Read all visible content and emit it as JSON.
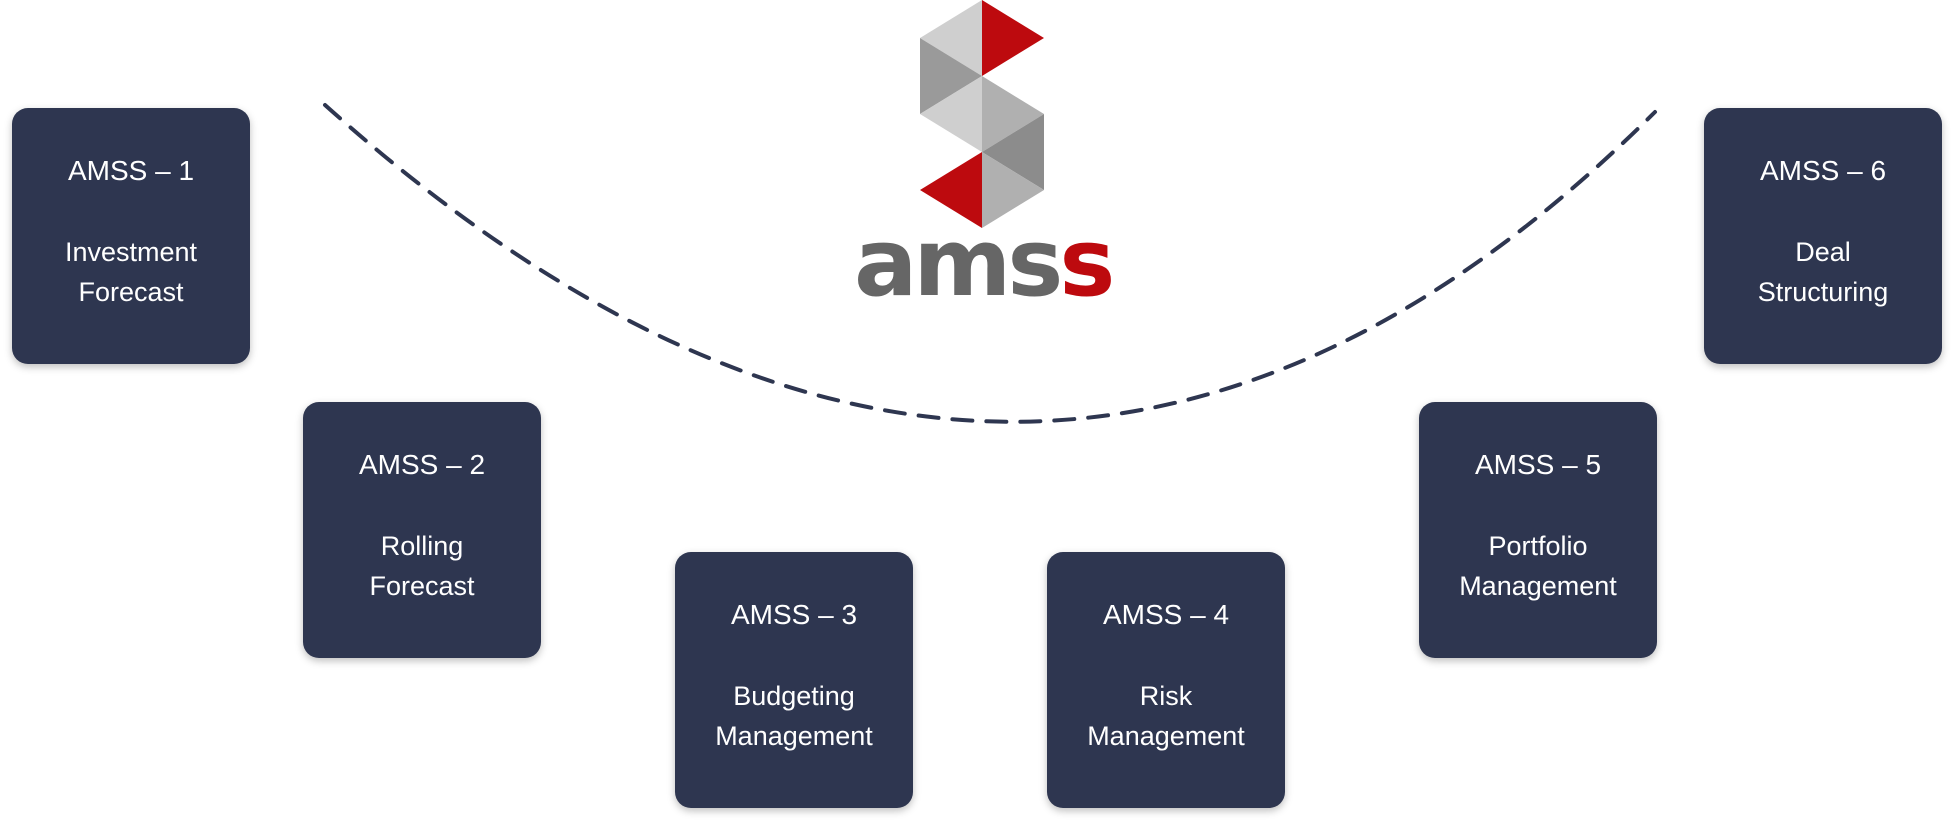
{
  "logo": {
    "wordmark_main": "ams",
    "wordmark_accent": "s",
    "brand_red": "#bd0a0e",
    "brand_grey": "#666666"
  },
  "colors": {
    "card_background": "#2e3650",
    "arc_stroke": "#2e3650"
  },
  "modules": [
    {
      "id": "AMSS – 1",
      "title": "Investment\nForecast"
    },
    {
      "id": "AMSS – 2",
      "title": "Rolling\nForecast"
    },
    {
      "id": "AMSS – 3",
      "title": "Budgeting\nManagement"
    },
    {
      "id": "AMSS – 4",
      "title": "Risk\nManagement"
    },
    {
      "id": "AMSS – 5",
      "title": "Portfolio\nManagement"
    },
    {
      "id": "AMSS – 6",
      "title": "Deal\nStructuring"
    }
  ]
}
